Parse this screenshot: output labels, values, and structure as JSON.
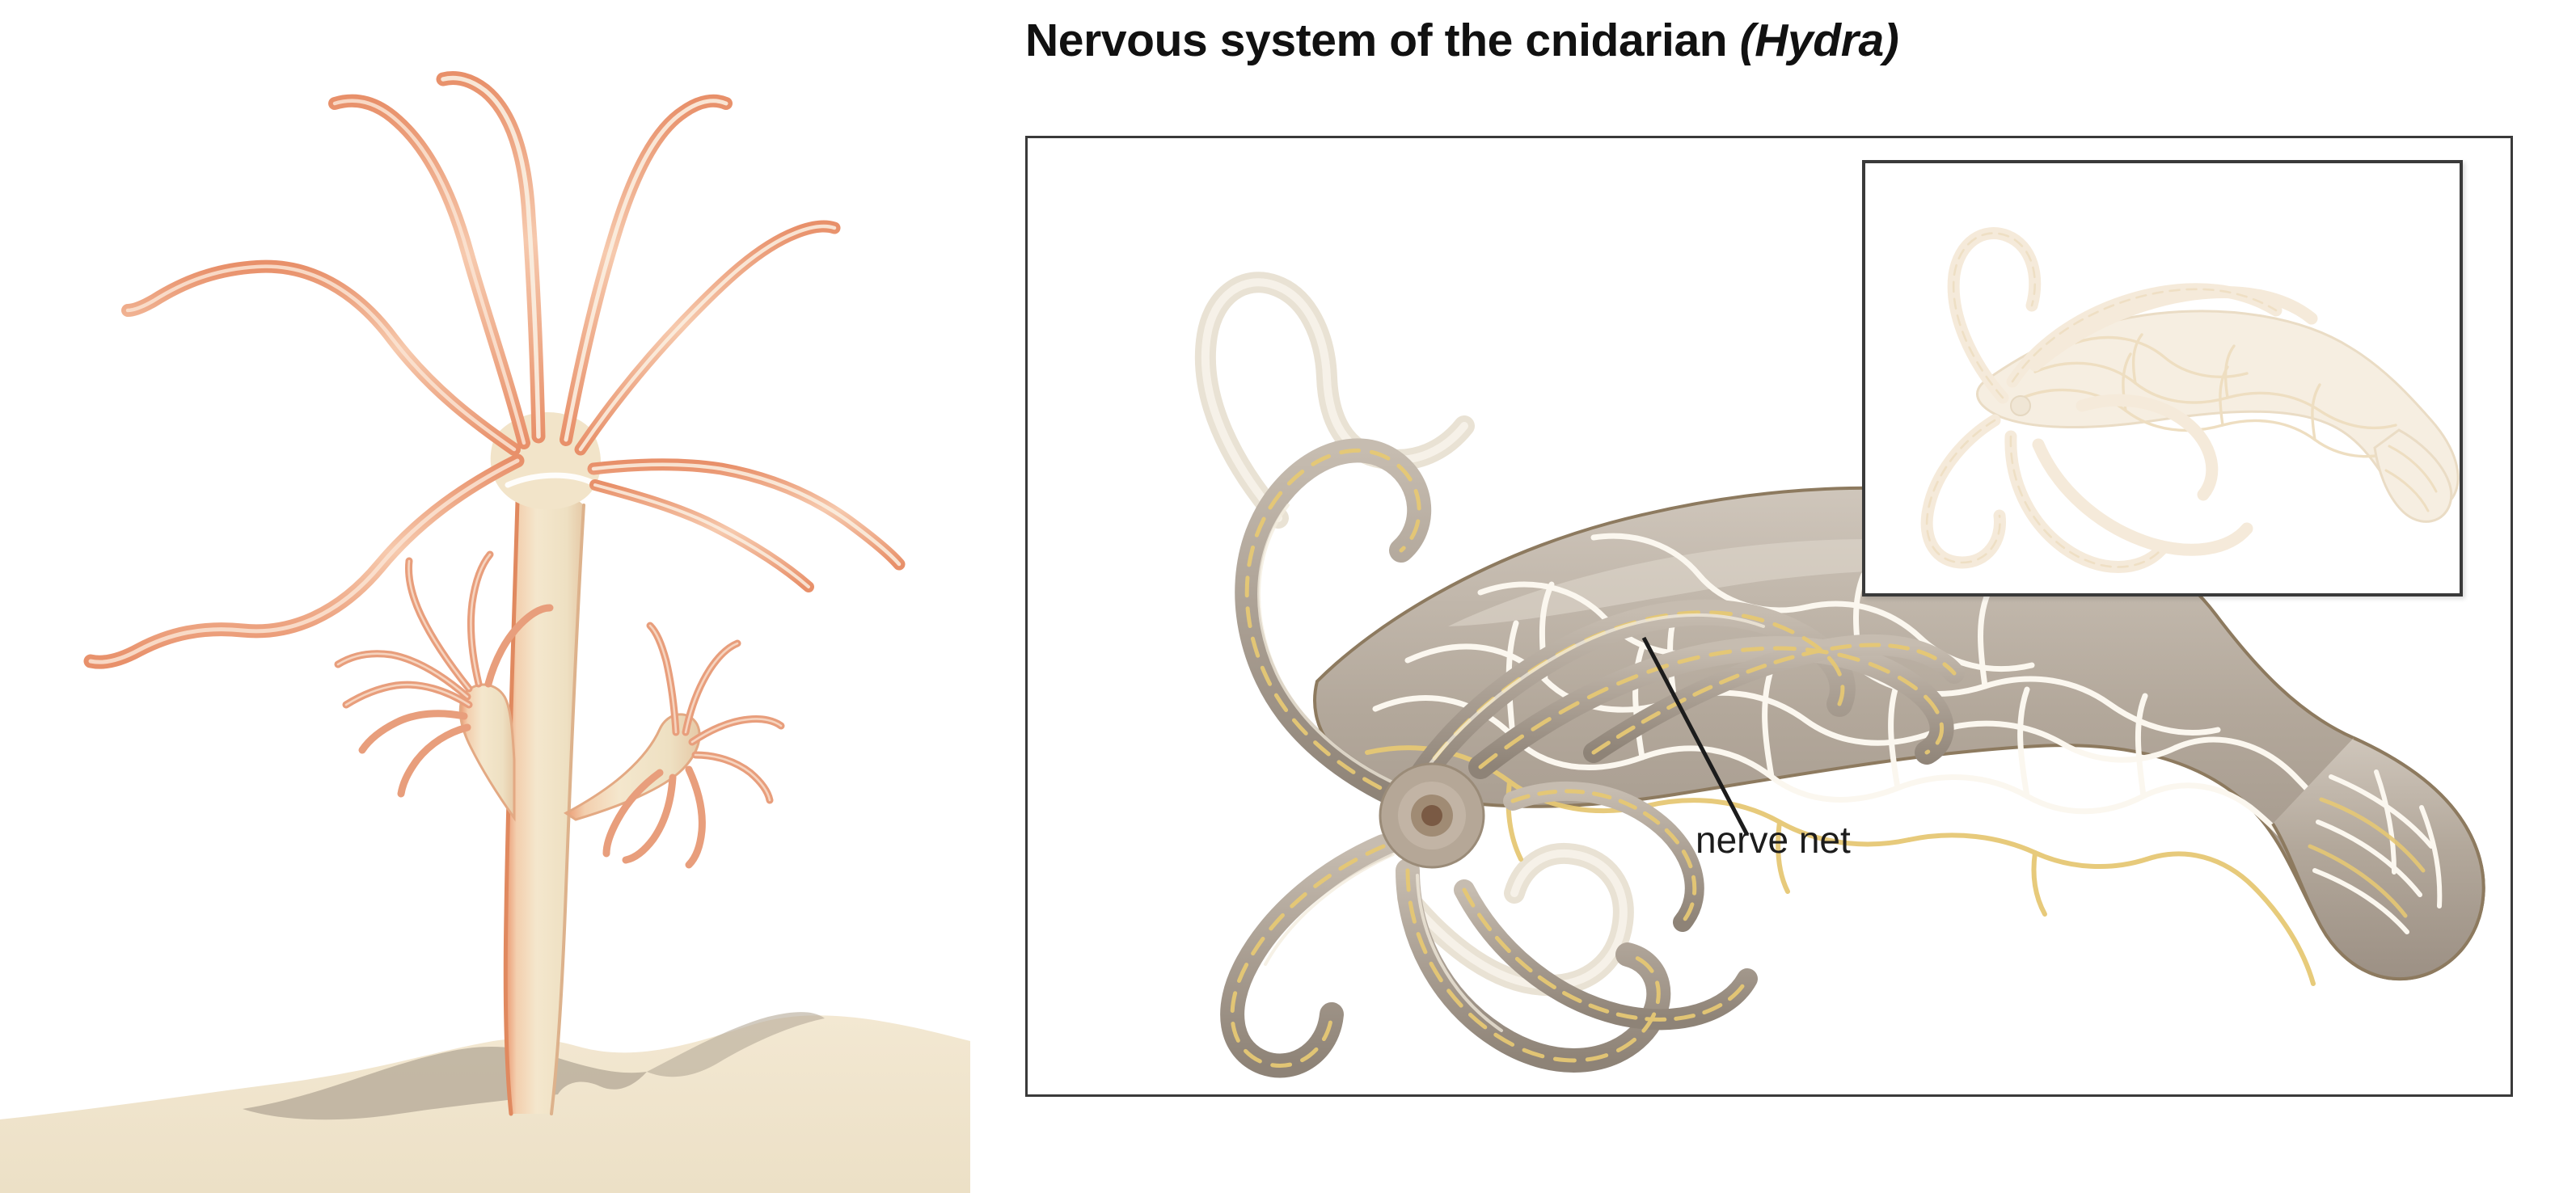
{
  "figure": {
    "title_main": "Nervous system of the cnidarian ",
    "title_scientific": "(Hydra)",
    "callout_label": "nerve net",
    "panel_background": "#ffffff",
    "panel_border_color": "#3a3a3a",
    "inset_border_color": "#3a3a3a"
  },
  "left_illustration": {
    "subject": "hydra-polyp-in-substrate",
    "tentacle_color": "#e89e7c",
    "body_color": "#f1e3c9",
    "outline_color": "#e0895f",
    "substrate_color": "#f0e4cc",
    "substrate_shadow_color": "#b6ab99",
    "tentacle_count": 8,
    "bud_count": 2
  },
  "specimen": {
    "subject": "hydra-nerve-net-diagram",
    "body_color": "#b0a599",
    "body_highlight": "#cfc6bb",
    "net_color_body": "#fbf7ef",
    "net_color_tentacle": "#e6c874",
    "outline_color": "#8d7a5f",
    "mouth_color": "#7a5a44",
    "tentacle_count": 8
  },
  "inset": {
    "subject": "hydra-micrograph-faded",
    "tint_color": "#e8d7b8",
    "net_color": "#e2c796",
    "opacity": "0.55"
  }
}
